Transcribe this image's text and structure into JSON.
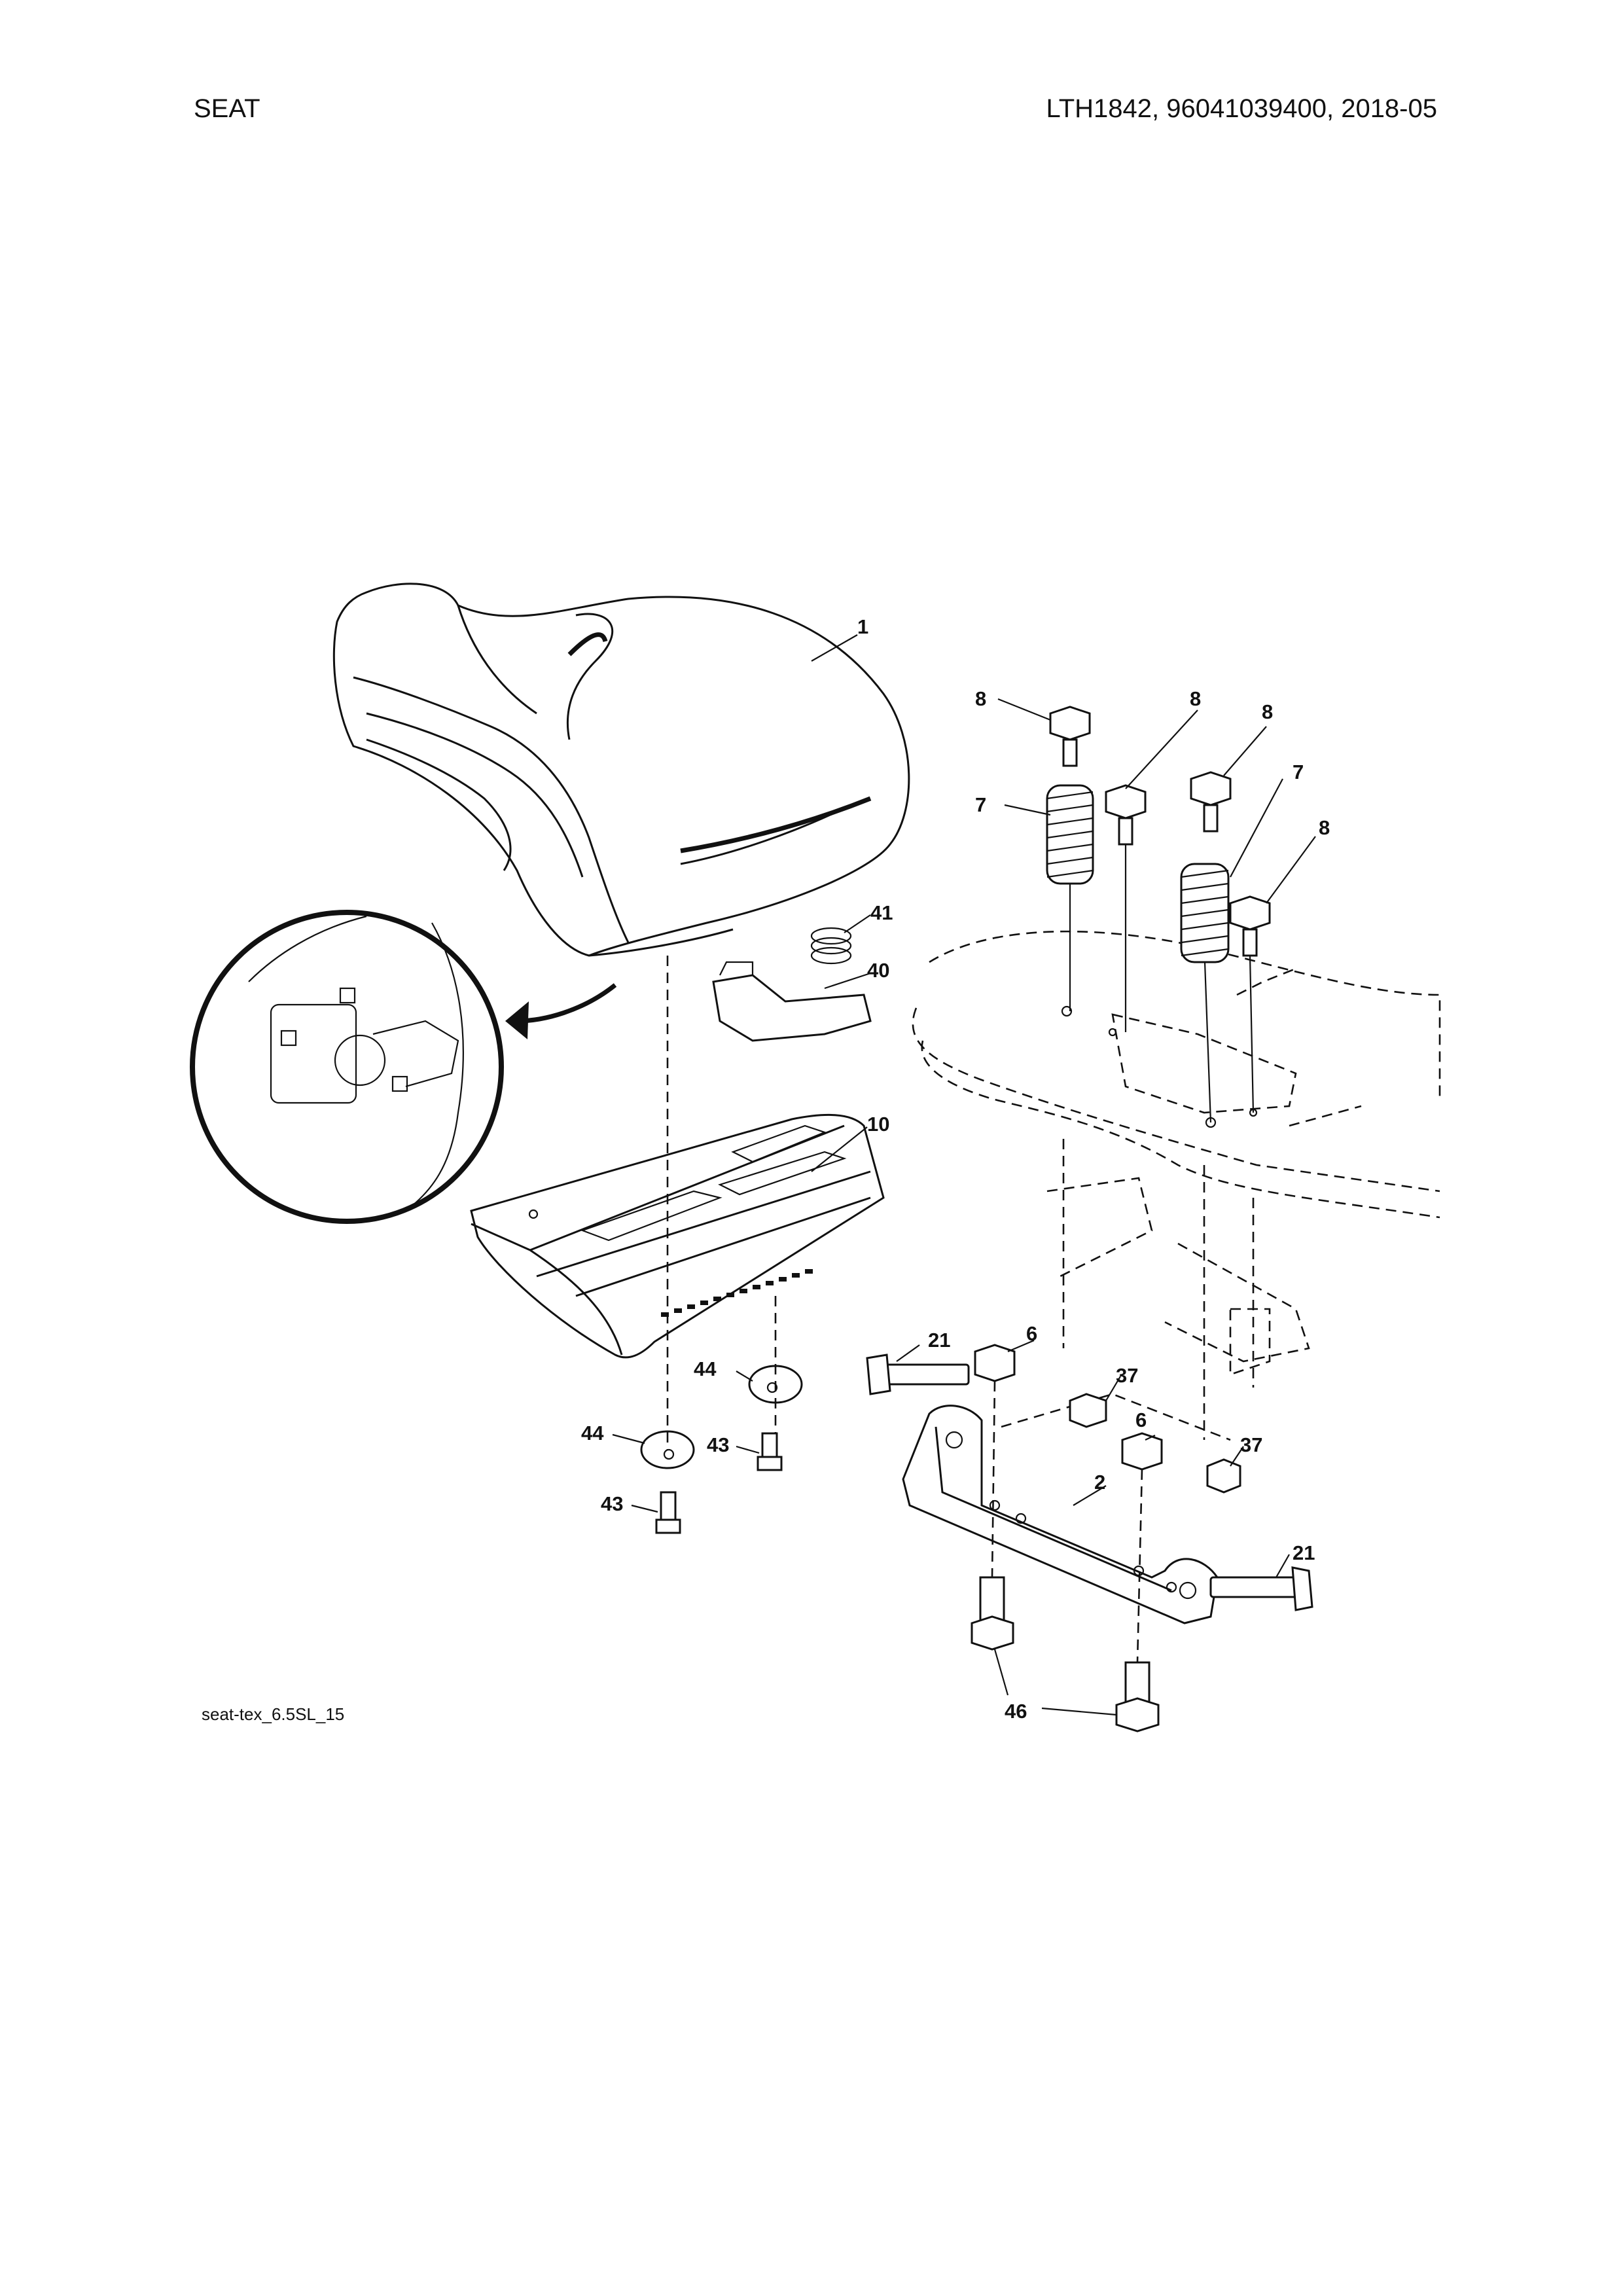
{
  "header": {
    "section": "SEAT",
    "model_info": "LTH1842, 96041039400, 2018-05"
  },
  "diagram": {
    "drawing_code": "seat-tex_6.5SL_15",
    "callouts": {
      "c1": "1",
      "c2": "2",
      "c6a": "6",
      "c6b": "6",
      "c7a": "7",
      "c7b": "7",
      "c8a": "8",
      "c8b": "8",
      "c8c": "8",
      "c8d": "8",
      "c10": "10",
      "c21a": "21",
      "c21b": "21",
      "c37a": "37",
      "c37b": "37",
      "c40": "40",
      "c41": "41",
      "c43a": "43",
      "c43b": "43",
      "c44a": "44",
      "c44b": "44",
      "c46": "46"
    }
  }
}
